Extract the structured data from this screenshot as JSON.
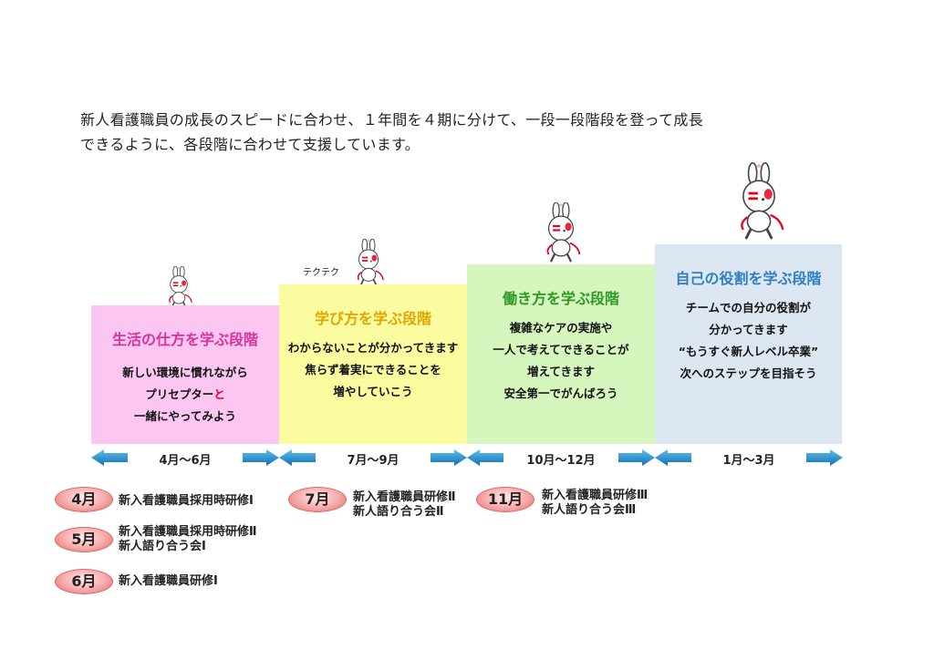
{
  "intro": {
    "line1": "新人看護職員の成長のスピードに合わせ、１年間を４期に分けて、一段一段階段を登って成長",
    "line2": "できるように、各段階に合わせて支援しています。"
  },
  "stages": [
    {
      "title": "生活の仕方を学ぶ段階",
      "lines": [
        "新しい環境に慣れながら",
        "プリセプター",
        "と",
        "一緒にやってみよう"
      ]
    },
    {
      "title": "学び方を学ぶ段階",
      "lines": [
        "わからないことが分かってきます",
        "焦らず着実にできることを",
        "増やしていこう"
      ]
    },
    {
      "title": "働き方を学ぶ段階",
      "lines": [
        "複雑なケアの実施や",
        "一人で考えてできることが",
        "増えてきます",
        "安全第一でがんばろう"
      ]
    },
    {
      "title": "自己の役割を学ぶ段階",
      "lines": [
        "チームでの自分の役割が",
        "分かってきます",
        "“もうすぐ新人レベル卒業”",
        "次へのステップを目指そう"
      ]
    }
  ],
  "periods": [
    "4月～6月",
    "7月～9月",
    "10月～12月",
    "1月～3月"
  ],
  "caption": "テクテク",
  "trainings": [
    {
      "month": "4月",
      "items": [
        "新入看護職員採用時研修Ⅰ"
      ]
    },
    {
      "month": "5月",
      "items": [
        "新入看護職員採用時研修Ⅱ",
        "新人語り合う会Ⅰ"
      ]
    },
    {
      "month": "6月",
      "items": [
        "新入看護職員研修Ⅰ"
      ]
    },
    {
      "month": "7月",
      "items": [
        "新入看護職員研修Ⅱ",
        "新人語り合う会Ⅱ"
      ]
    },
    {
      "month": "11月",
      "items": [
        "新入看護職員研修Ⅲ",
        "新人語り合う会Ⅲ"
      ]
    }
  ],
  "colors": {
    "stage1_bg": "#fbc6f2",
    "stage2_bg": "#fbfba0",
    "stage3_bg": "#d5f7bd",
    "stage4_bg": "#dde7f2",
    "arrow": "#1f8fd1",
    "month_badge": "#f7a8a8",
    "mascot_accent": "#e6001e"
  },
  "icons": [
    "mascot-rabbit-icon",
    "arrow-left-icon",
    "arrow-right-icon"
  ]
}
